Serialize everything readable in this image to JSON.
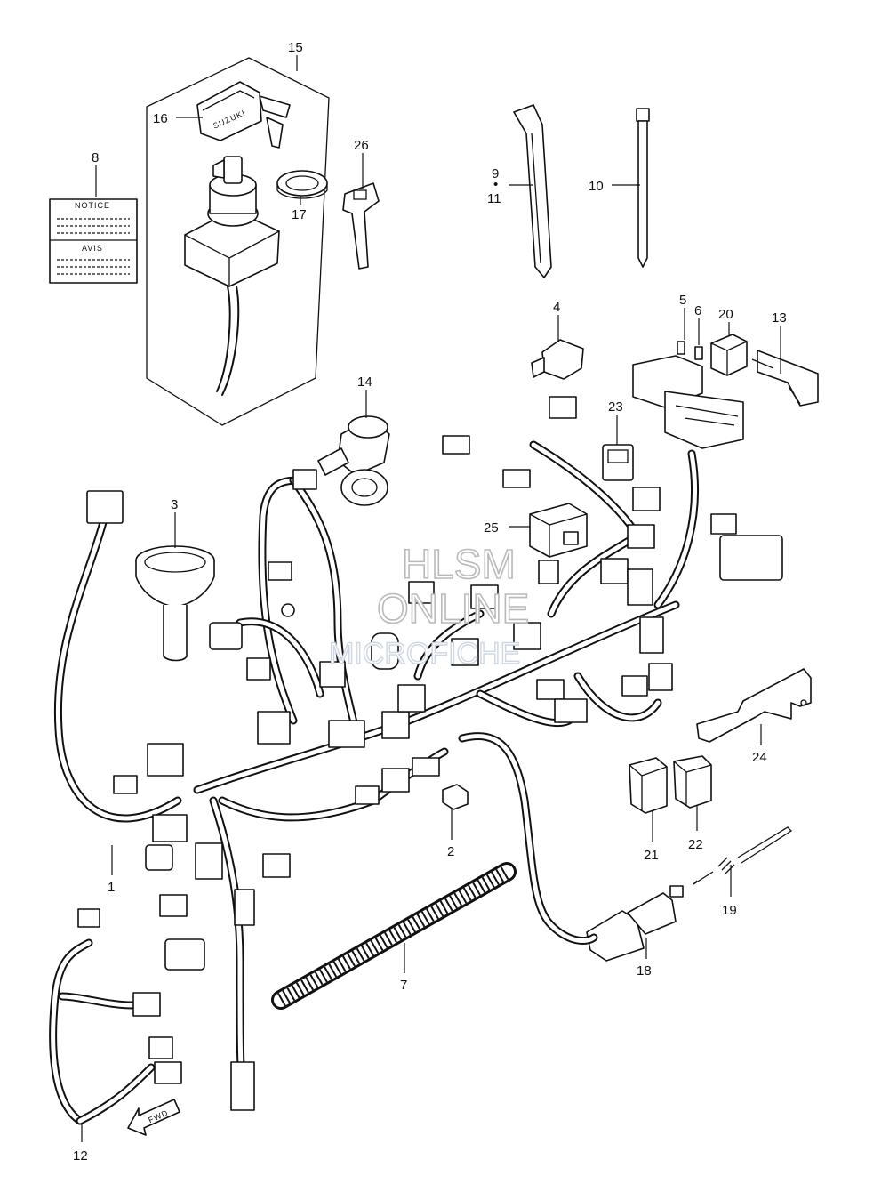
{
  "watermark": {
    "line1": "HLSM",
    "line2": "ONLINE",
    "line3": "MICROFICHE"
  },
  "label_card": {
    "title_top": "NOTICE",
    "title_bottom": "AVIS"
  },
  "key_brand": "SUZUKI",
  "fwd_arrow": "FWD",
  "callouts": {
    "p1": "1",
    "p2": "2",
    "p3": "3",
    "p4": "4",
    "p5": "5",
    "p6": "6",
    "p7": "7",
    "p8": "8",
    "p9": "9",
    "p9_sep": "•",
    "p10": "10",
    "p11": "11",
    "p12": "12",
    "p13": "13",
    "p14": "14",
    "p15": "15",
    "p16": "16",
    "p17": "17",
    "p18": "18",
    "p19": "19",
    "p20": "20",
    "p21": "21",
    "p22": "22",
    "p23": "23",
    "p24": "24",
    "p25": "25",
    "p26": "26"
  }
}
